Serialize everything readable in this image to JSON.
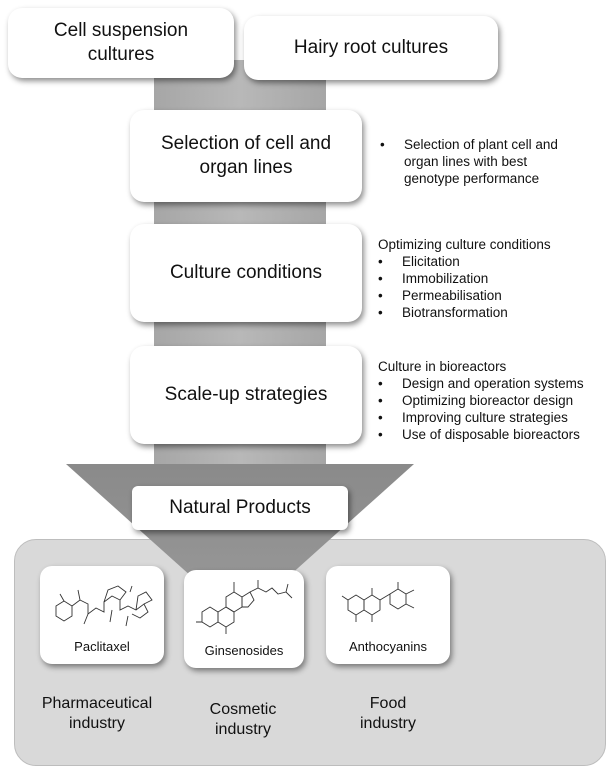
{
  "top_boxes": {
    "left": "Cell suspension cultures",
    "right": "Hairy root cultures"
  },
  "steps": [
    {
      "title": "Selection of cell and organ lines",
      "note_heading": "",
      "bullets": [
        "Selection of plant cell and organ lines with best genotype performance"
      ]
    },
    {
      "title": "Culture conditions",
      "note_heading": "Optimizing culture conditions",
      "bullets": [
        "Elicitation",
        "Immobilization",
        "Permeabilisation",
        "Biotransformation"
      ]
    },
    {
      "title": "Scale-up strategies",
      "note_heading": "Culture in bioreactors",
      "bullets": [
        "Design and operation systems",
        "Optimizing bioreactor design",
        "Improving culture strategies",
        "Use of disposable bioreactors"
      ]
    }
  ],
  "natural_products": "Natural Products",
  "products": [
    "Paclitaxel",
    "Ginsenosides",
    "Anthocyanins"
  ],
  "industries": [
    {
      "line1": "Pharmaceutical",
      "line2": "industry"
    },
    {
      "line1": "Cosmetic",
      "line2": "industry"
    },
    {
      "line1": "Food",
      "line2": "industry"
    }
  ],
  "colors": {
    "arrow": "#b0b0b0",
    "arrowhead": "#8c8c8c",
    "panel": "#d9d9d9",
    "box": "#ffffff"
  }
}
